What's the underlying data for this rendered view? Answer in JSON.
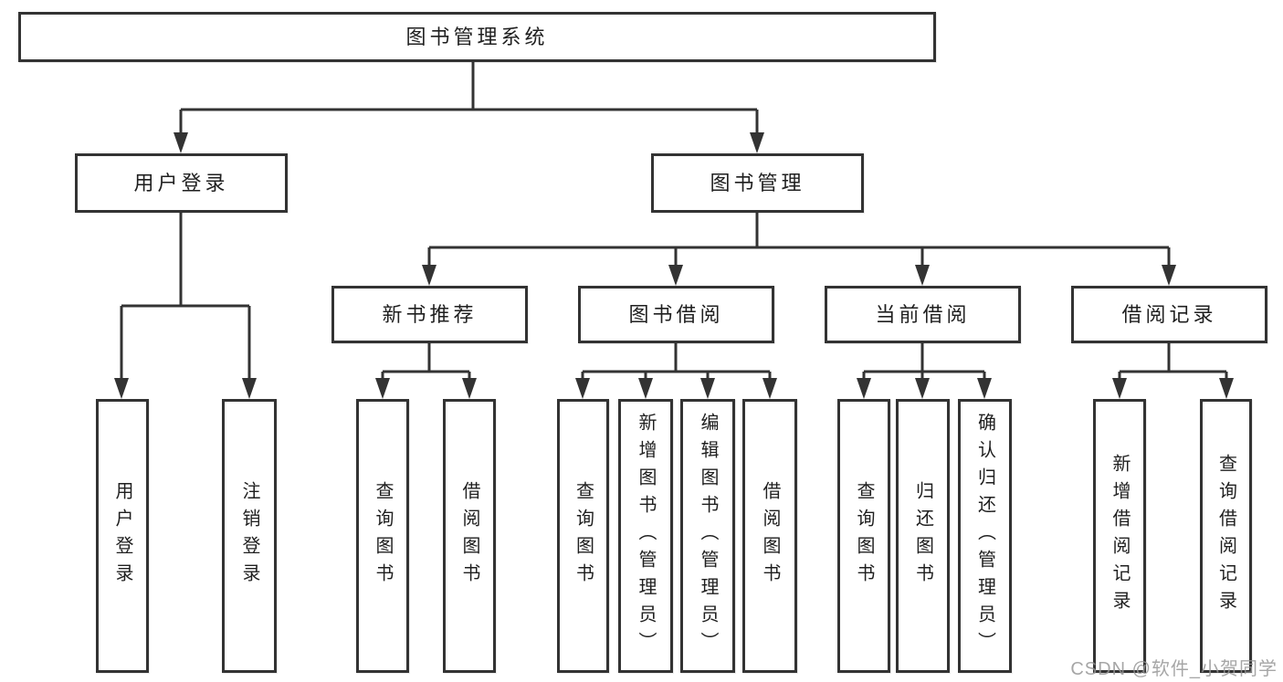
{
  "style": {
    "background": "#ffffff",
    "line_color": "#333333",
    "box_border_color": "#333333",
    "text_color": "#1f1f1f",
    "watermark_color": "#969696"
  },
  "tree": {
    "root": {
      "label": "图书管理系统",
      "children": [
        {
          "label": "用户登录",
          "children": [
            {
              "label": "用户登录"
            },
            {
              "label": "注销登录"
            }
          ]
        },
        {
          "label": "图书管理",
          "children": [
            {
              "label": "新书推荐",
              "children": [
                {
                  "label": "查询图书"
                },
                {
                  "label": "借阅图书"
                }
              ]
            },
            {
              "label": "图书借阅",
              "children": [
                {
                  "label": "查询图书"
                },
                {
                  "label": "新增图书（管理员）"
                },
                {
                  "label": "编辑图书（管理员）"
                },
                {
                  "label": "借阅图书"
                }
              ]
            },
            {
              "label": "当前借阅",
              "children": [
                {
                  "label": "查询图书"
                },
                {
                  "label": "归还图书"
                },
                {
                  "label": "确认归还（管理员）"
                }
              ]
            },
            {
              "label": "借阅记录",
              "children": [
                {
                  "label": "新增借阅记录"
                },
                {
                  "label": "查询借阅记录"
                }
              ]
            }
          ]
        }
      ]
    }
  },
  "watermark": "CSDN @软件_小贺同学"
}
